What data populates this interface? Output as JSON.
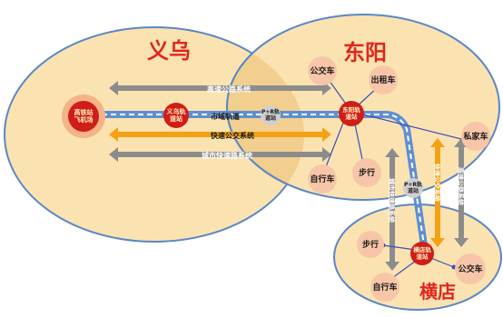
{
  "regions": {
    "yiwu": "义乌",
    "dongyang": "东阳",
    "hengdian": "横店"
  },
  "stations": {
    "yiwu_hub": "高铁站\n飞机场",
    "yiwu_rail": "义乌轨\n道站",
    "pr_mid": "P+R轨\n道站",
    "dongyang_rail": "东阳轨\n道站",
    "pr_south": "P+R轨\n道站",
    "hengdian_rail": "横店轨\n道站"
  },
  "links": {
    "highway": "高速公路系统",
    "metro_rail": "市域轨道",
    "brt": "快速公交系统",
    "urban_expressway": "城市快速路系统",
    "vertical_expressway": "城市快速路系统",
    "vertical_brt": "快速公交系统",
    "vertical_highway": "高速公路系统"
  },
  "modes": {
    "bus_dongyang": "公交车",
    "taxi": "出租车",
    "private_car": "私家车",
    "bike_dongyang": "自行车",
    "walk_dongyang": "步行",
    "walk_hengdian": "步行",
    "bike_hengdian": "自行车",
    "bus_hengdian": "公交车"
  },
  "colors": {
    "region_fill": "#fbe3b1",
    "region_stroke": "#5b86c5",
    "overlap_fill": "#f2cf8e",
    "label_red": "#e0261b",
    "station_red": "#d01d17",
    "arrow_gray": "#8c8c8c",
    "arrow_orange": "#f5a113",
    "rail_blue": "#5f8fd1",
    "mode_circle": "#f7c6a8",
    "spoke_blue": "#3b4fb8"
  }
}
